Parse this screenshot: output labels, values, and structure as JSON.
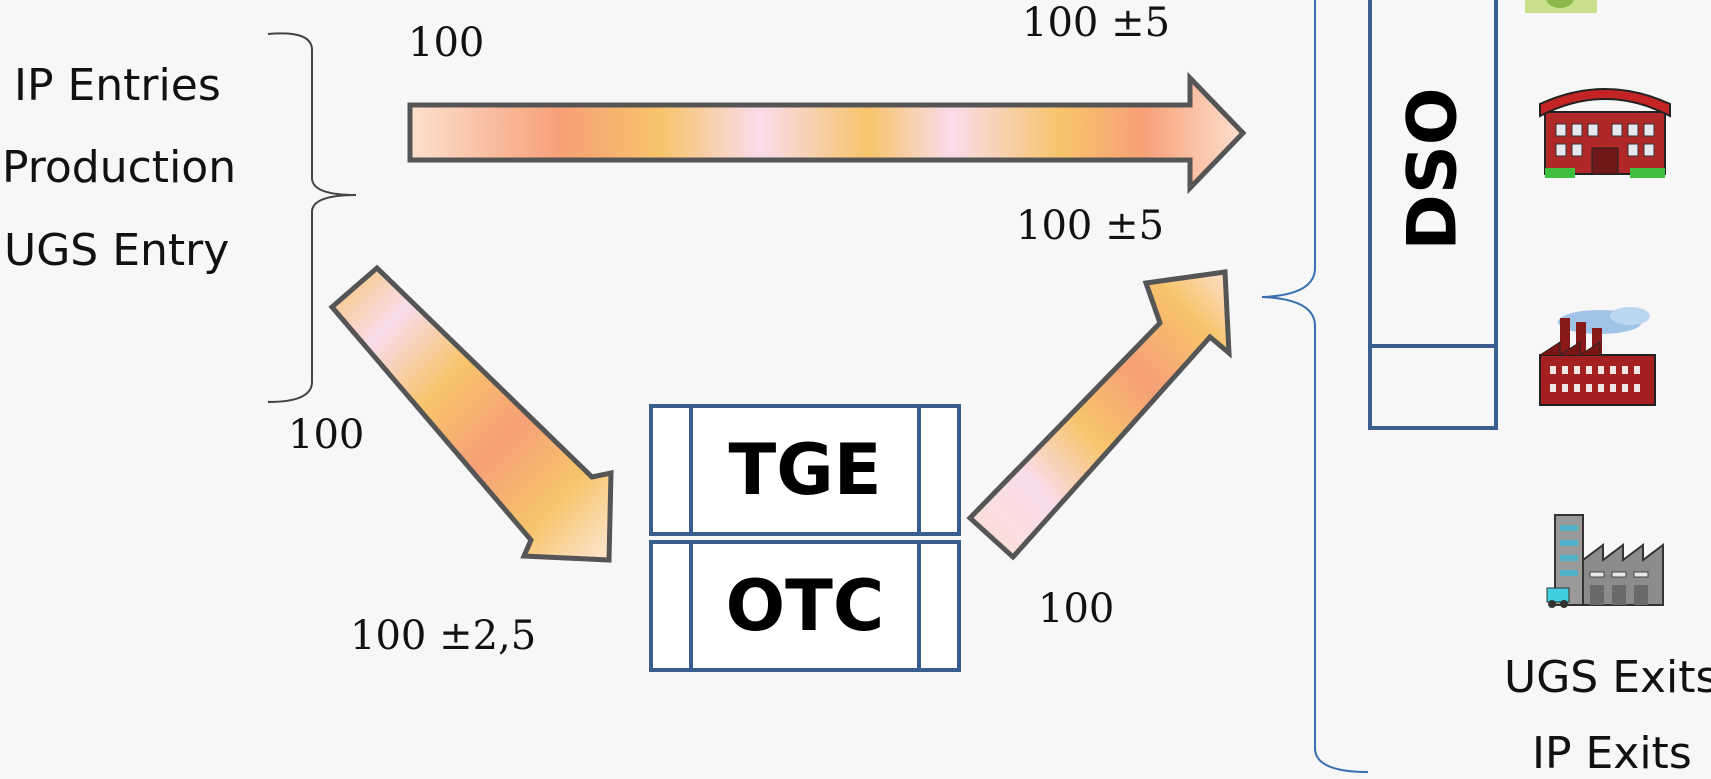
{
  "sources": [
    "IP Entries",
    "Production",
    "UGS Entry"
  ],
  "exits": [
    "UGS Exits",
    "IP Exits"
  ],
  "flows": {
    "top_in": "100",
    "top_out": "100 ±5",
    "right_up_out": "100 ±5",
    "down_in": "100",
    "down_out": "100 ±2,5",
    "right_up_in": "100"
  },
  "markets": {
    "upper": "TGE",
    "lower": "OTC"
  },
  "dso": "DSO",
  "icons": [
    "farm-icon",
    "school-building-icon",
    "factory-icon",
    "industrial-plant-icon"
  ],
  "colors": {
    "box_border": "#3a5f8f",
    "arrow_stroke": "#555555",
    "arrow_peach": "#f6a077",
    "arrow_yellow": "#f7c46a",
    "arrow_pink": "#f9dcec"
  }
}
